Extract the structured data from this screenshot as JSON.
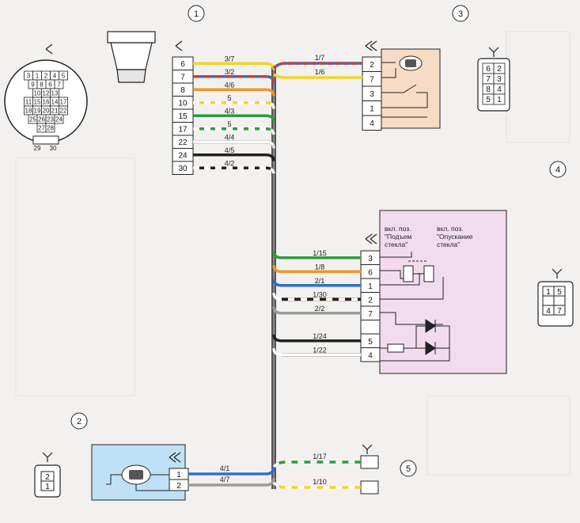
{
  "callouts": [
    "1",
    "2",
    "3",
    "4",
    "5"
  ],
  "connector_round": {
    "rows": [
      [
        "3",
        "1",
        "2",
        "4",
        "5"
      ],
      [
        "9",
        "8",
        "6",
        "7"
      ],
      [
        "10",
        "12",
        "13"
      ],
      [
        "11",
        "15",
        "16",
        "14",
        "17"
      ],
      [
        "18",
        "19",
        "20",
        "21",
        "22"
      ],
      [
        "25",
        "26",
        "23",
        "24"
      ],
      [
        "27",
        "28"
      ]
    ],
    "bottom_pins": [
      "29",
      "30"
    ]
  },
  "block1": {
    "pins": [
      "6",
      "7",
      "8",
      "10",
      "15",
      "17",
      "22",
      "24",
      "30"
    ]
  },
  "harness1_labels": [
    "3/7",
    "3/2",
    "4/6",
    "5",
    "4/3",
    "5",
    "4/4",
    "4/5",
    "4/2"
  ],
  "block3": {
    "pins": [
      "2",
      "7",
      "3",
      "1",
      "4"
    ],
    "wire_labels": [
      "1/7",
      "1/6"
    ]
  },
  "conn3_pins": [
    "6",
    "2",
    "7",
    "3",
    "8",
    "4",
    "5",
    "1"
  ],
  "block4": {
    "caption_left": [
      "вкл. поз.",
      "\"Подъем",
      "стекла\""
    ],
    "caption_right": [
      "вкл. поз.",
      "\"Опускание",
      "стекла\""
    ],
    "pins": [
      "3",
      "6",
      "1",
      "2",
      "7",
      "",
      "5",
      "4"
    ],
    "wire_labels": [
      "1/15",
      "1/8",
      "2/1",
      "1/30",
      "2/2",
      "1/24",
      "1/22"
    ]
  },
  "conn4_pins": [
    "1",
    "5",
    "4",
    "7"
  ],
  "block2": {
    "pins": [
      "1",
      "2"
    ],
    "wire_labels": [
      "4/1",
      "4/7"
    ]
  },
  "conn2_pins": [
    "2",
    "1"
  ],
  "block5": {
    "wire_labels": [
      "1/17",
      "1/10"
    ]
  },
  "colors": {
    "yellow": "#f0d52a",
    "red": "#d93a2a",
    "blue": "#2f6fcc",
    "orange": "#f0962c",
    "green": "#2e9a3e",
    "white": "#ffffff",
    "black": "#222222",
    "grey": "#9a9a9a",
    "pink_block": "#f3dbee",
    "peach_block": "#f6dcc4",
    "blue_block": "#bfe1f5"
  }
}
